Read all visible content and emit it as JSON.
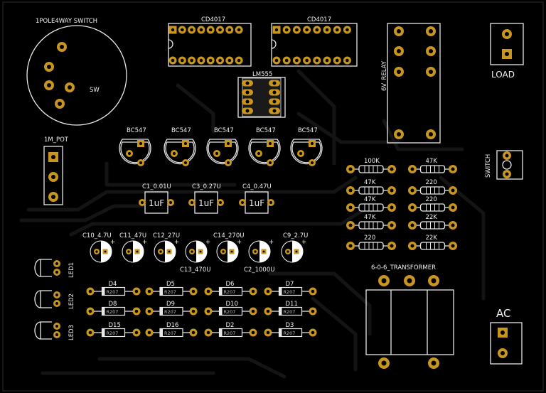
{
  "labels": {
    "switch_title": "1POLE4WAY SWITCH",
    "sw": "SW",
    "pot": "1M_POT",
    "cd4017_a": "CD4017",
    "cd4017_b": "CD4017",
    "lm555": "LM555",
    "relay": "6V_RELAY",
    "load": "LOAD",
    "switch": "SWITCH",
    "bc547": [
      "BC547",
      "BC547",
      "BC547",
      "BC547",
      "BC547"
    ],
    "cap_names": [
      "C1_0.01U",
      "C3_0.27U",
      "C4_0.47U"
    ],
    "cap_values": [
      "1uF",
      "1uF",
      "1uF"
    ],
    "elec_top": [
      "C10_4.7U",
      "C11_47U",
      "C12_27U",
      "C14_270U",
      "C9_2.7U"
    ],
    "elec_bottom": [
      "C13_470U",
      "C2_1000U"
    ],
    "resistors": [
      "100K",
      "47K",
      "47K",
      "220",
      "47K",
      "220",
      "47K",
      "22K",
      "220",
      "22K"
    ],
    "leds": [
      "LED1",
      "LED2",
      "LED3"
    ],
    "diodes": [
      "D4",
      "D5",
      "D6",
      "D7",
      "D8",
      "D9",
      "D10",
      "D11",
      "D15",
      "D16",
      "D2",
      "D3"
    ],
    "diode_body": "R207",
    "transformer": "6-0-6_TRANSFORMER",
    "ac": "AC"
  }
}
